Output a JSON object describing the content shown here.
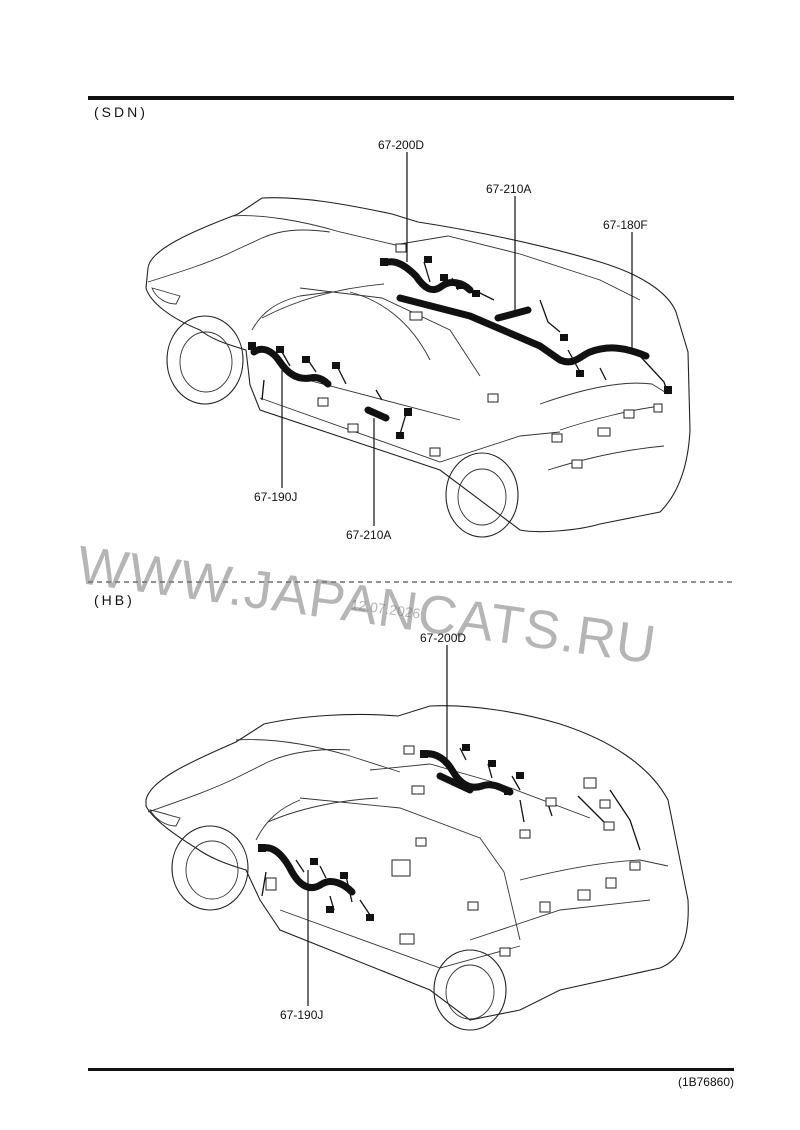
{
  "sections": {
    "sdn": {
      "label": "(SDN)",
      "callouts": {
        "top_center": "67-200D",
        "top_middle": "67-210A",
        "top_right": "67-180F",
        "left_bottom": "67-190J",
        "center_bottom": "67-210A"
      }
    },
    "hb": {
      "label": "(HB)",
      "callouts": {
        "top": "67-200D",
        "bottom": "67-190J"
      }
    }
  },
  "watermark": {
    "text": "WWW.JAPANCATS.RU",
    "date": "12.07.2026"
  },
  "footer": {
    "doc_code": "(1B76860)"
  },
  "icons": {
    "car_sedan": "sedan-outline-illustration",
    "car_hatchback": "hatchback-outline-illustration"
  }
}
